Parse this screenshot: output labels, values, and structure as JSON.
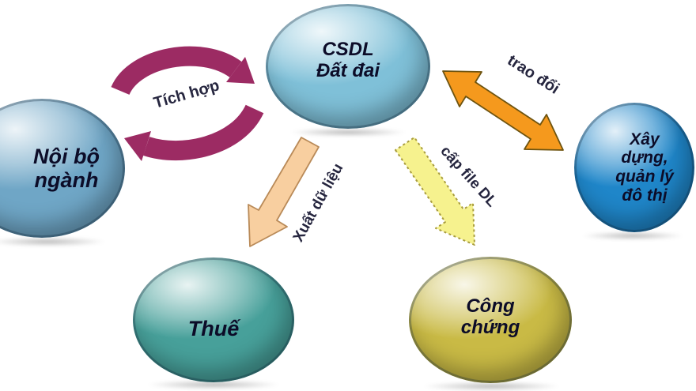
{
  "colors": {
    "bg": "#ffffff",
    "node-internal": "#6fa6c6",
    "node-csdl": "#7fc0d8",
    "node-construction": "#1f86c9",
    "node-tax": "#47a09a",
    "node-notary": "#c9ba45",
    "node-text": "#0c0c28",
    "label-text": "#26263f",
    "arrow-cycle": "#9c2b63",
    "arrow-exchange": "#f5991d",
    "arrow-export-fill": "#f8cfa0",
    "arrow-export-stroke": "#b98a58",
    "arrow-file-fill": "#f6f28e",
    "arrow-file-stroke": "#a89c3e"
  },
  "nodes": {
    "csdl": {
      "label": "CSDL\nĐất đai"
    },
    "internal": {
      "label": "Nội bộ\nngành"
    },
    "construction": {
      "label": "Xây\ndựng,\nquản lý\nđô thị"
    },
    "tax": {
      "label": "Thuế"
    },
    "notary": {
      "label": "Công\nchứng"
    }
  },
  "edges": {
    "integrate": {
      "label": "Tích hợp"
    },
    "exchange": {
      "label": "trao đổi"
    },
    "export": {
      "label": "Xuất dữ liệu"
    },
    "file": {
      "label": "cấp file DL"
    }
  }
}
